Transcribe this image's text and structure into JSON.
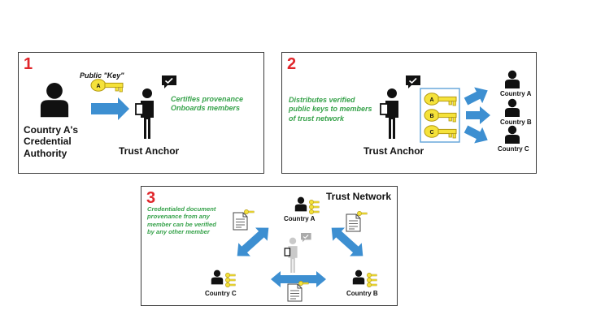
{
  "panel1": {
    "number": "1",
    "public_key_label": "Public \"Key\"",
    "key_letter": "A",
    "authority_label": [
      "Country A's",
      "Credential",
      "Authority"
    ],
    "anchor_label": "Trust Anchor",
    "green_text": [
      "Certifies provenance",
      "Onboards members"
    ]
  },
  "panel2": {
    "number": "2",
    "green_text": [
      "Distributes verified",
      "public keys to members",
      "of trust network"
    ],
    "anchor_label": "Trust Anchor",
    "key_letters": [
      "A",
      "B",
      "C"
    ],
    "countries": [
      "Country A",
      "Country B",
      "Country C"
    ]
  },
  "panel3": {
    "number": "3",
    "title": "Trust Network",
    "green_text": [
      "Credentialed document",
      "provenance from any",
      "member can be verified",
      "by any other member"
    ],
    "countries": [
      "Country A",
      "Country C",
      "Country B"
    ]
  },
  "colors": {
    "red": "#e0262b",
    "green": "#36a24a",
    "blue": "#3d8fd1",
    "key_yellow": "#f5e23a"
  }
}
